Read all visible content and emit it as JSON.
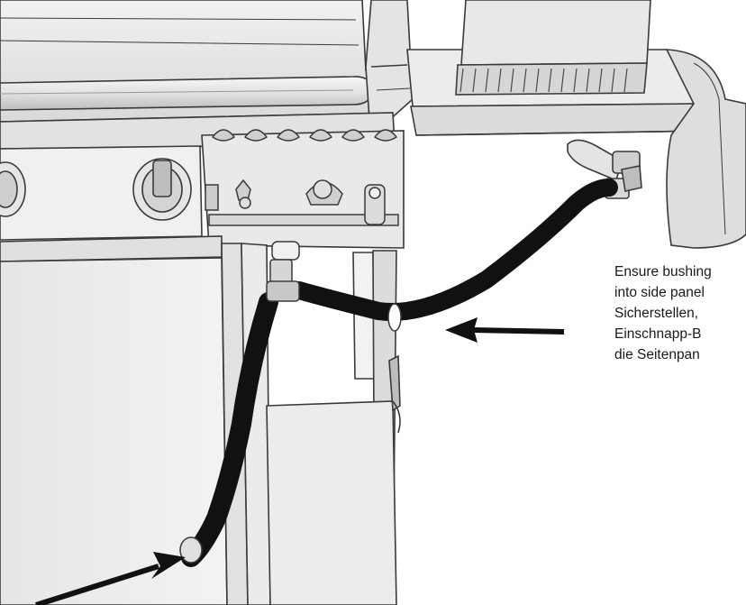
{
  "callout": {
    "lines": [
      "Ensure bushing",
      "into side panel",
      "Sicherstellen,",
      "Einschnapp-B",
      "die Seitenpan"
    ]
  },
  "colors": {
    "hose": "#111111",
    "line": "#3a3a3a",
    "panel": "#e9e9e9",
    "panel_dark": "#cfcfcf",
    "background": "#ffffff"
  }
}
